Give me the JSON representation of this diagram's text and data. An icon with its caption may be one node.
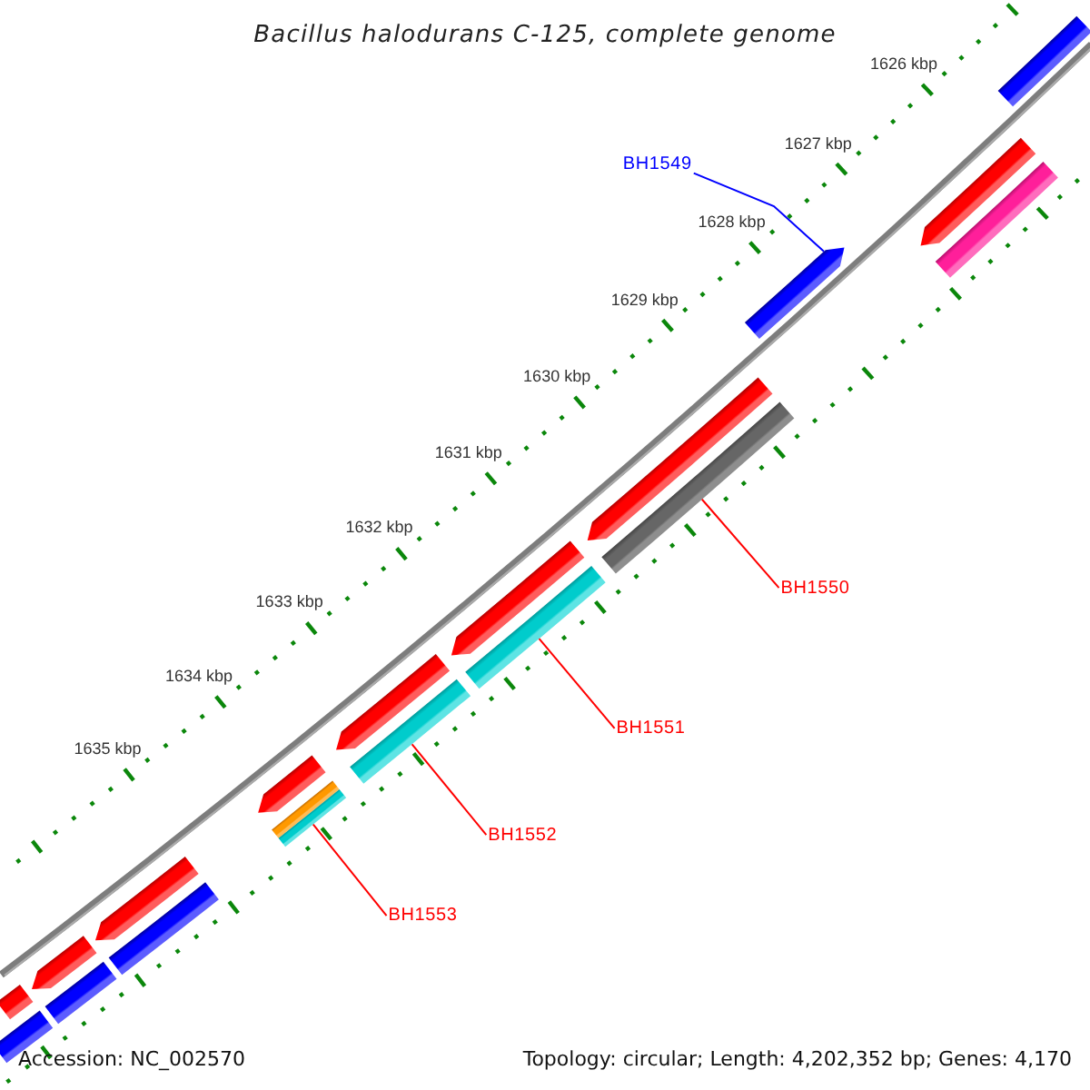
{
  "diagram": {
    "title": "Bacillus halodurans C-125, complete genome",
    "nodes": [
      {
        "text": [],
        "shape": "bar"
      },
      {
        "text": [],
        "shape": "bar"
      },
      {
        "text": [],
        "shape": "bar"
      },
      {
        "text": [
          "BH1549"
        ]
      },
      {
        "text": [],
        "shape": "bar"
      },
      {
        "text": [
          "BH1550"
        ]
      },
      {
        "text": [],
        "shape": "bar"
      },
      {
        "text": [],
        "shape": "bar"
      },
      {
        "text": [
          "BH1551"
        ]
      },
      {
        "text": [],
        "shape": "bar"
      },
      {
        "text": [],
        "shape": "bar"
      },
      {
        "text": [
          "BH1552"
        ]
      },
      {
        "text": [],
        "shape": "bar"
      },
      {
        "text": [],
        "shape": "bar"
      },
      {
        "text": [
          "BH1553"
        ]
      },
      {
        "text": [],
        "shape": "bar"
      },
      {
        "text": [],
        "shape": "bar"
      },
      {
        "text": [],
        "shape": "bar"
      },
      {
        "text": [],
        "shape": "bar"
      },
      {
        "text": [],
        "shape": "bar"
      },
      {
        "text": [],
        "shape": "bar"
      },
      {
        "text": [],
        "shape": "bar"
      },
      {
        "text": [],
        "shape": "bar"
      }
    ],
    "edges": [
      {
        "from": 3,
        "to": 4,
        "arrow": "none",
        "color": "#0000ff"
      },
      {
        "from": 5,
        "to": 7,
        "arrow": "none"
      },
      {
        "from": 8,
        "to": 10,
        "arrow": "none"
      },
      {
        "from": 11,
        "to": 13,
        "arrow": "none"
      },
      {
        "from": 14,
        "to": 16,
        "arrow": "none"
      }
    ],
    "labels": [
      "1626 kbp",
      "1627 kbp",
      "1628 kbp",
      "1629 kbp",
      "1630 kbp",
      "1631 kbp",
      "1632 kbp",
      "1633 kbp",
      "1634 kbp",
      "1635 kbp",
      "Accession: NC_002570",
      "Topology: circular; Length: 4,202,352 bp; Genes: 4,170"
    ]
  }
}
